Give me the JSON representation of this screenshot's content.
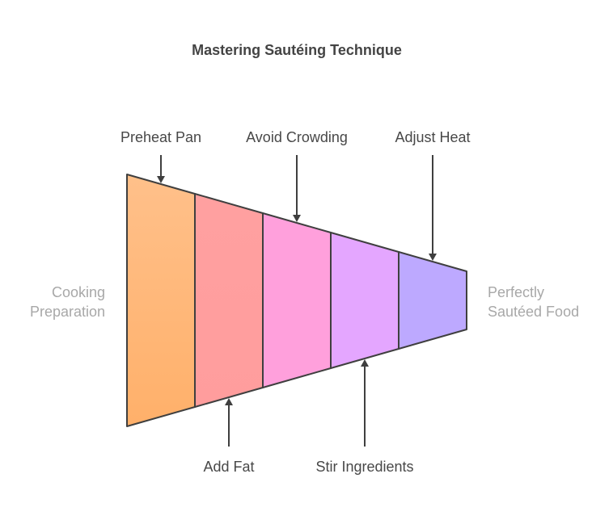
{
  "title": "Mastering Sautéing Technique",
  "input_label": [
    "Cooking",
    "Preparation"
  ],
  "output_label": [
    "Perfectly",
    "Sautéed Food"
  ],
  "stages": [
    {
      "label": "Preheat Pan",
      "position": "top",
      "gradient": [
        "#ffc08a",
        "#ffb06a"
      ]
    },
    {
      "label": "Add Fat",
      "position": "bottom",
      "gradient": [
        "#ffa0a0",
        "#ff9d9d"
      ]
    },
    {
      "label": "Avoid Crowding",
      "position": "top",
      "gradient": [
        "#ffa0dc",
        "#ffa0dc"
      ]
    },
    {
      "label": "Stir Ingredients",
      "position": "bottom",
      "gradient": [
        "#e4a6ff",
        "#e4a6ff"
      ]
    },
    {
      "label": "Adjust Heat",
      "position": "top",
      "gradient": [
        "#bda9ff",
        "#bda9ff"
      ]
    }
  ],
  "outline_color": "#3f3f3f"
}
